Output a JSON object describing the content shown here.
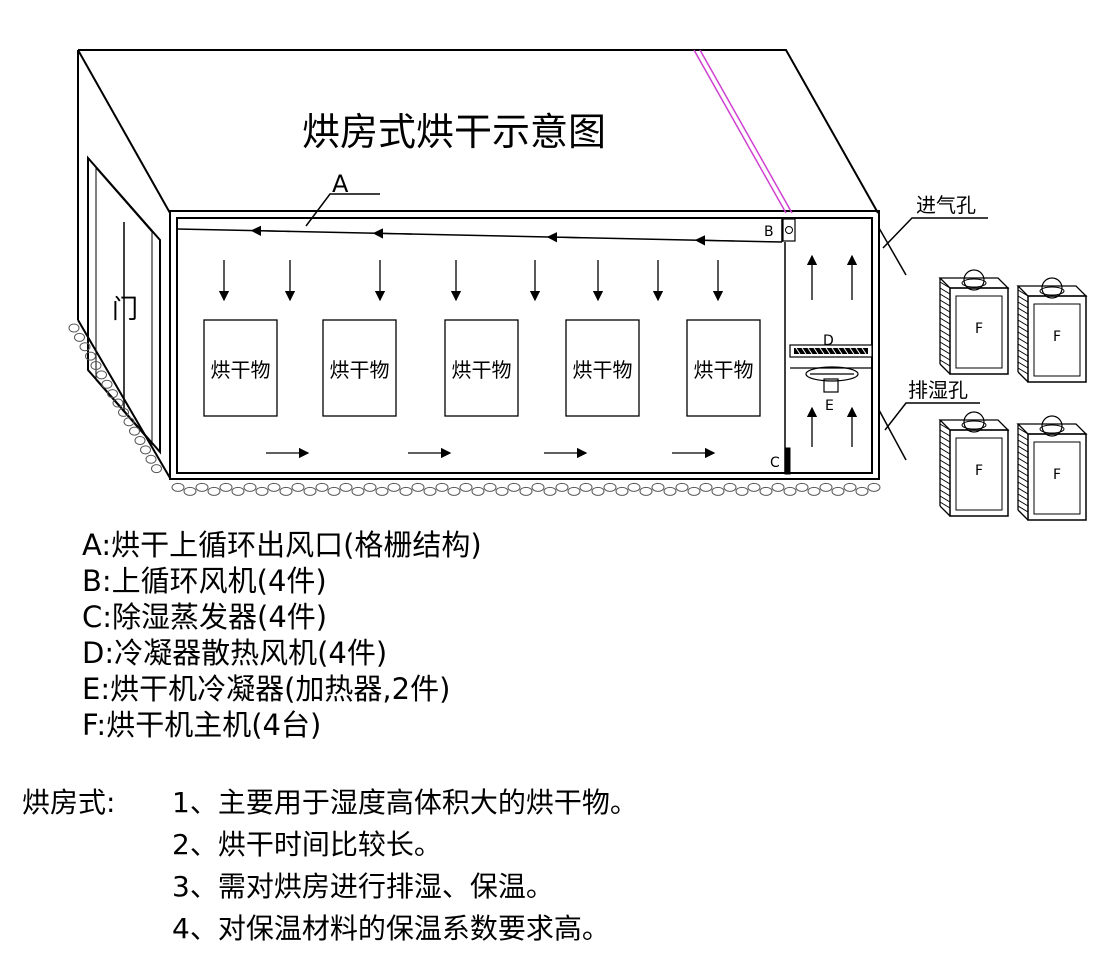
{
  "title": "烘房式烘干示意图",
  "door_label": "门",
  "items_label": "烘干物",
  "item_count": 5,
  "part_labels": {
    "a": "A",
    "b": "B",
    "c": "C",
    "d": "D",
    "e": "E",
    "f": "F"
  },
  "port_labels": {
    "inlet": "进气孔",
    "exhaust": "排湿孔"
  },
  "legend": [
    "A:烘干上循环出风口(格栅结构)",
    "B:上循环风机(4件)",
    "C:除湿蒸发器(4件)",
    "D:冷凝器散热风机(4件)",
    "E:烘干机冷凝器(加热器,2件)",
    "F:烘干机主机(4台)"
  ],
  "notes": {
    "prefix": "烘房式:",
    "items": [
      "1、主要用于湿度高体积大的烘干物。",
      "2、烘干时间比较长。",
      "3、需对烘房进行排湿、保温。",
      "4、对保温材料的保温系数要求高。"
    ]
  },
  "colors": {
    "line": "#000000",
    "accent_pipe": "#d040d0",
    "background": "#ffffff"
  }
}
